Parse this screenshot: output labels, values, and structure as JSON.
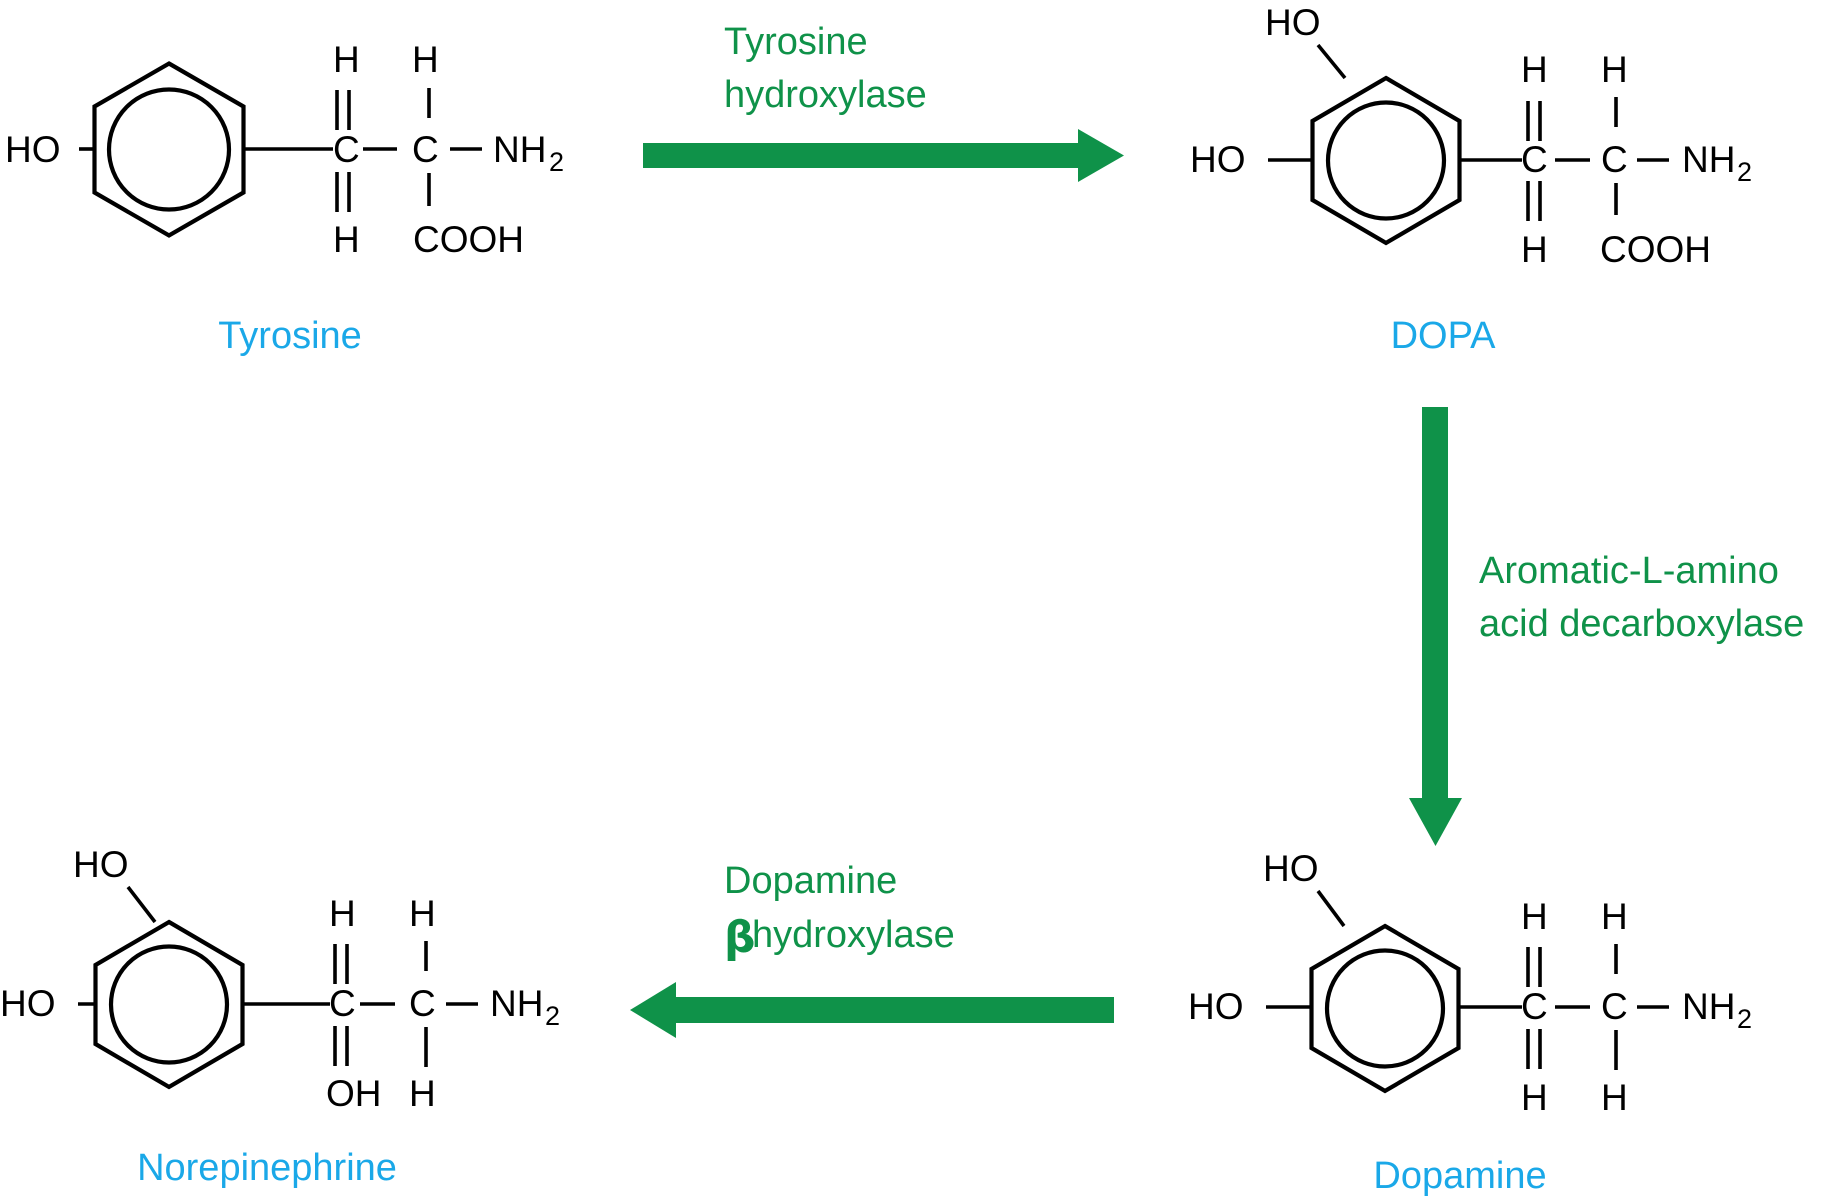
{
  "colors": {
    "arrow": "#0f9249",
    "enzyme_text": "#0f9249",
    "molecule_name": "#1aa8e8",
    "structure": "#000000"
  },
  "labels": {
    "ho": "HO",
    "oh": "OH",
    "h": "H",
    "c": "C",
    "nh": "NH",
    "two": "2",
    "cooh": "COOH"
  },
  "molecules": {
    "tyrosine": "Tyrosine",
    "dopa": "DOPA",
    "dopamine": "Dopamine",
    "norepinephrine": "Norepinephrine"
  },
  "enzymes": {
    "tyrosine_hydroxylase": [
      "Tyrosine",
      "hydroxylase"
    ],
    "aadc": [
      "Aromatic-L-amino",
      "acid decarboxylase"
    ],
    "dbh": {
      "line1": "Dopamine",
      "beta": "β",
      "line2": "hydroxylase"
    }
  }
}
